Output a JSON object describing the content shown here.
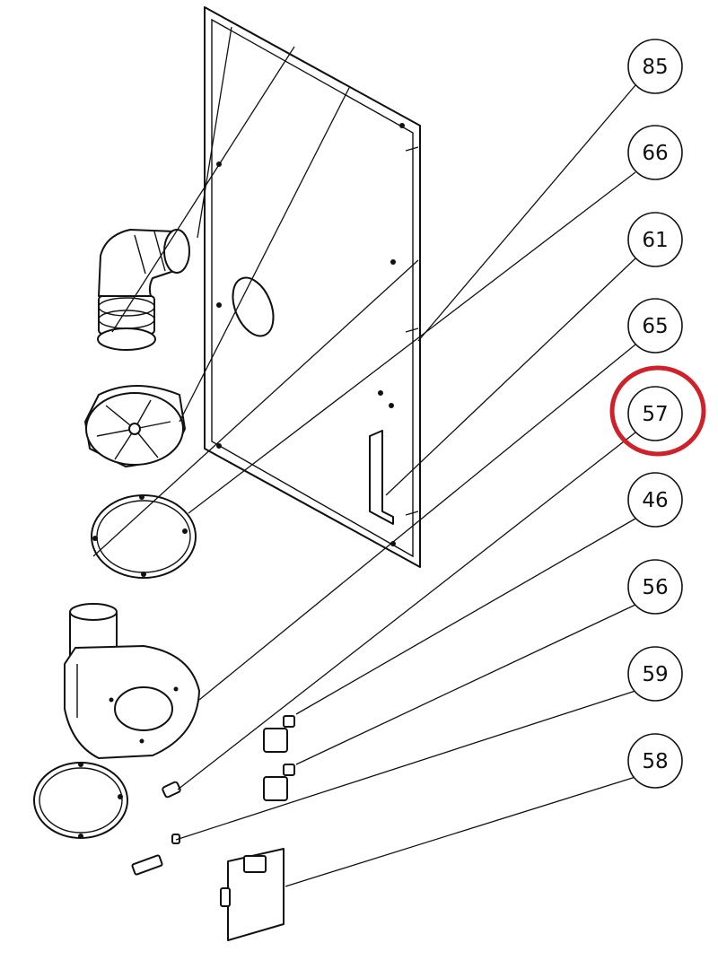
{
  "callouts": [
    {
      "number": "85",
      "highlighted": false
    },
    {
      "number": "66",
      "highlighted": false
    },
    {
      "number": "61",
      "highlighted": false
    },
    {
      "number": "65",
      "highlighted": false
    },
    {
      "number": "57",
      "highlighted": true
    },
    {
      "number": "46",
      "highlighted": false
    },
    {
      "number": "56",
      "highlighted": false
    },
    {
      "number": "59",
      "highlighted": false
    },
    {
      "number": "58",
      "highlighted": false
    }
  ],
  "colors": {
    "line": "#111111",
    "background": "#ffffff",
    "highlight": "#d0202a"
  }
}
